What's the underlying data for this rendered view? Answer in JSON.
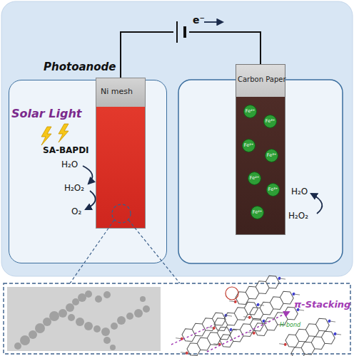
{
  "diagram": {
    "nodes": [
      {
        "text": [
          "Photoanode"
        ]
      },
      {
        "text": [
          "Ni mesh"
        ],
        "in": 0
      },
      {
        "text": [
          "Carbon Paper"
        ]
      },
      {
        "text": [
          "Fe²⁺"
        ],
        "in": 2
      },
      {
        "text": [
          "Fe³⁺"
        ],
        "in": 2
      },
      {
        "text": [
          "Fe²⁺"
        ],
        "in": 2
      },
      {
        "text": [
          "Fe³⁺"
        ],
        "in": 2
      },
      {
        "text": [
          "Fe²⁺"
        ],
        "in": 2
      },
      {
        "text": [
          "Fe³⁺"
        ],
        "in": 2
      },
      {
        "text": [
          "Fe²⁺"
        ],
        "in": 2
      }
    ],
    "edges": [
      {
        "from": 1,
        "to": 2,
        "arrow": "none"
      }
    ],
    "labels": [
      "Solar Light",
      "SA-BAPDI",
      "H₂O",
      "H₂O₂",
      "O₂",
      "H₂O",
      "H₂O₂",
      "e⁻",
      "π-Stacking",
      "H-bond"
    ]
  }
}
